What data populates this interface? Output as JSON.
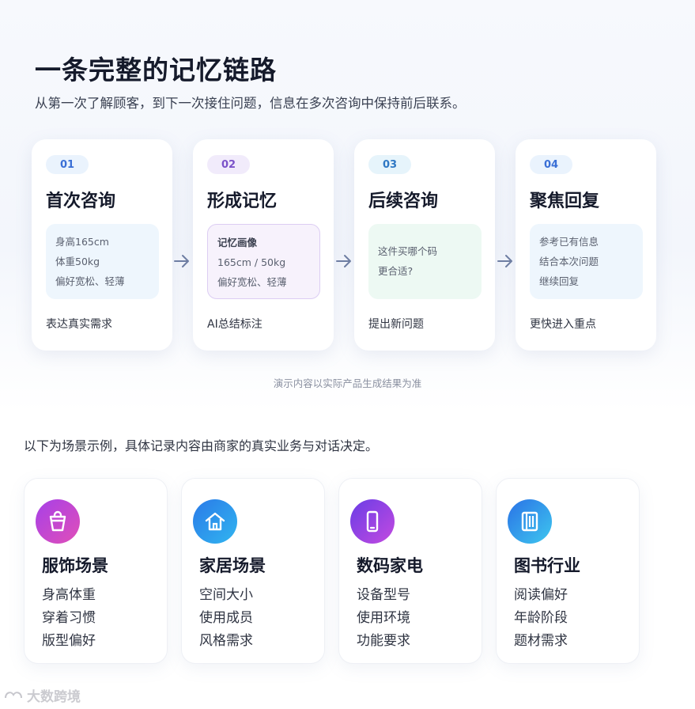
{
  "header": {
    "title": "一条完整的记忆链路",
    "subtitle": "从第一次了解顾客，到下一次接住问题，信息在多次咨询中保持前后联系。"
  },
  "steps": [
    {
      "badge": "01",
      "title": "首次咨询",
      "lines": [
        "身高165cm",
        "体重50kg",
        "偏好宽松、轻薄"
      ],
      "caption": "表达真实需求",
      "badge_bg": "#eaf3fd",
      "badge_color": "#3a6fd6",
      "box_bg": "#eef6fd",
      "box_border": "#eef6fd"
    },
    {
      "badge": "02",
      "title": "形成记忆",
      "box_title": "记忆画像",
      "lines": [
        "165cm / 50kg",
        "偏好宽松、轻薄"
      ],
      "caption": "AI总结标注",
      "badge_bg": "#f1ebfb",
      "badge_color": "#7b52c9",
      "box_bg": "#f7f2fc",
      "box_border": "#dccdf3"
    },
    {
      "badge": "03",
      "title": "后续咨询",
      "lines": [
        "这件买哪个码",
        "更合适?"
      ],
      "caption": "提出新问题",
      "badge_bg": "#e6f4fb",
      "badge_color": "#2f78c4",
      "box_bg": "#edf9f3",
      "box_border": "#edf9f3"
    },
    {
      "badge": "04",
      "title": "聚焦回复",
      "lines": [
        "参考已有信息",
        "结合本次问题",
        "继续回复"
      ],
      "caption": "更快进入重点",
      "badge_bg": "#eaf3fd",
      "badge_color": "#3a6fd6",
      "box_bg": "#eef6fd",
      "box_border": "#eef6fd"
    }
  ],
  "note": "演示内容以实际产品生成结果为准",
  "intro": "以下为场景示例，具体记录内容由商家的真实业务与对话决定。",
  "scenes": [
    {
      "icon": "shopping-bag-icon",
      "title": "服饰场景",
      "items": [
        "身高体重",
        "穿着习惯",
        "版型偏好"
      ],
      "grad_from": "#a640e8",
      "grad_to": "#e14fb8"
    },
    {
      "icon": "home-icon",
      "title": "家居场景",
      "items": [
        "空间大小",
        "使用成员",
        "风格需求"
      ],
      "grad_from": "#2a7ae8",
      "grad_to": "#31b5f0"
    },
    {
      "icon": "smartphone-icon",
      "title": "数码家电",
      "items": [
        "设备型号",
        "使用环境",
        "功能要求"
      ],
      "grad_from": "#6a3de6",
      "grad_to": "#c34ae0"
    },
    {
      "icon": "book-icon",
      "title": "图书行业",
      "items": [
        "阅读偏好",
        "年龄阶段",
        "题材需求"
      ],
      "grad_from": "#2a72e6",
      "grad_to": "#3ec7ef"
    }
  ],
  "watermark": "大数跨境"
}
